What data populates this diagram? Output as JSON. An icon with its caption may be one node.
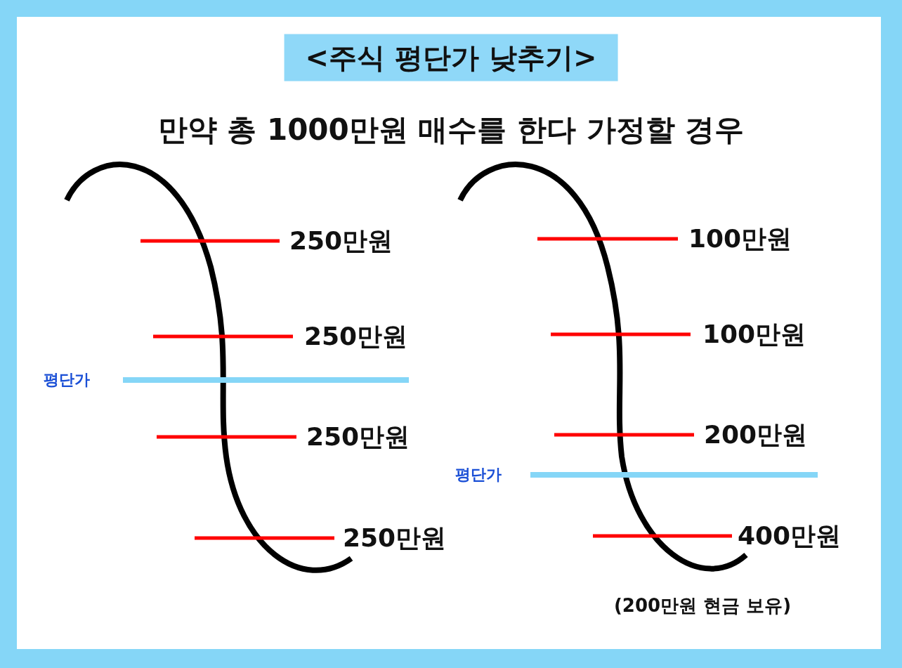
{
  "diagram": {
    "title": "<주식 평단가 낮추기>",
    "labels": [
      "만약 총 1000만원 매수를 한다 가정할 경우",
      "250만원",
      "100만원",
      "250만원",
      "100만원",
      "평단가",
      "250만원",
      "200만원",
      "평단가",
      "250만원",
      "400만원",
      "(200만원 현금 보유)"
    ]
  }
}
